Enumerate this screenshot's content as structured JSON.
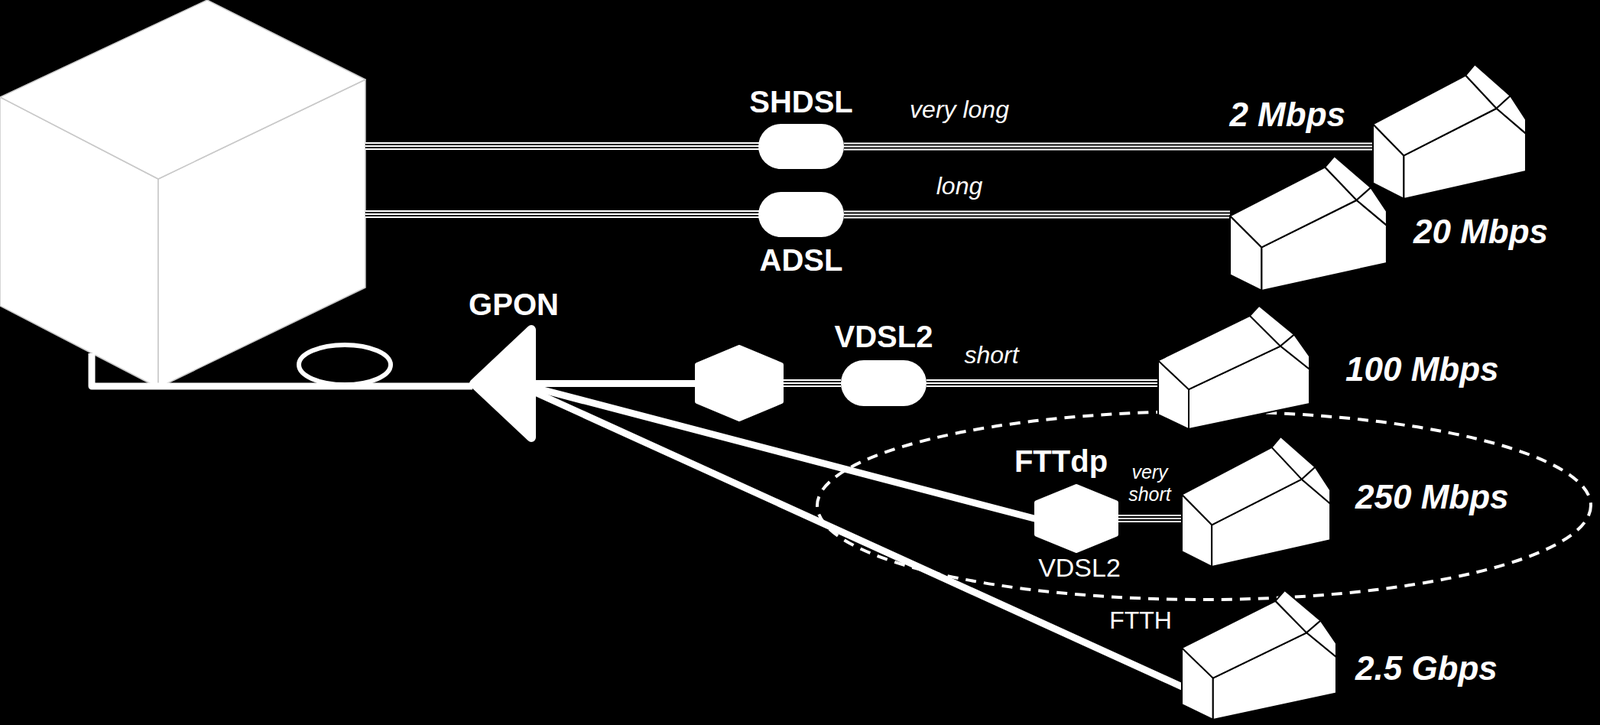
{
  "diagram": {
    "nodes": [
      {
        "text": [
          "SHDSL"
        ]
      },
      {
        "text": [
          "2 Mbps"
        ]
      },
      {
        "text": [
          "ADSL"
        ]
      },
      {
        "text": [
          "20 Mbps"
        ]
      },
      {
        "text": [
          "GPON"
        ]
      },
      {
        "text": [
          "VDSL2"
        ]
      },
      {
        "text": [
          "100 Mbps"
        ]
      },
      {
        "text": [
          "FTTdp",
          "VDSL2"
        ]
      },
      {
        "text": [
          "250 Mbps"
        ]
      },
      {
        "text": [
          "2.5 Gbps"
        ]
      }
    ],
    "edges": [
      {
        "from": 0,
        "to": 1,
        "label": "very long",
        "arrow": "none"
      },
      {
        "from": 2,
        "to": 3,
        "label": "long",
        "arrow": "none"
      },
      {
        "from": 4,
        "to": 5,
        "arrow": "none"
      },
      {
        "from": 5,
        "to": 6,
        "label": "short",
        "arrow": "none"
      },
      {
        "from": 4,
        "to": 7,
        "arrow": "none"
      },
      {
        "from": 7,
        "to": 8,
        "label": "very short",
        "arrow": "none"
      },
      {
        "from": 4,
        "to": 9,
        "label": "FTTH",
        "arrow": "none"
      }
    ]
  }
}
